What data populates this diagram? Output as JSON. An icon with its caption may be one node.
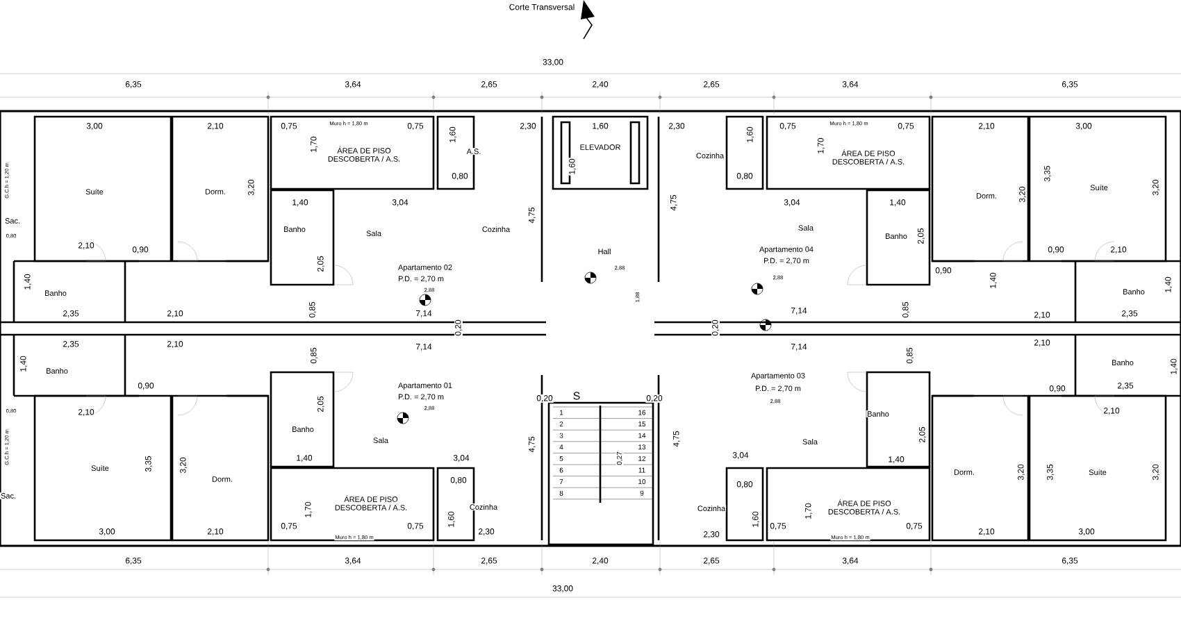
{
  "diagram": {
    "labels": [
      "Corte Transversal",
      "33,00",
      "6,35",
      "3,64",
      "2,65",
      "2,40",
      "2,65",
      "3,64",
      "6,35",
      "3,00",
      "2,10",
      "0,75",
      "Muro h = 1,80 m",
      "0,75",
      "1,60",
      "2,30",
      "1,60",
      "2,30",
      "1,60",
      "0,75",
      "Muro h = 1,80 m",
      "0,75",
      "2,10",
      "3,00",
      "1,70",
      "ÁREA DE PISO DESCOBERTA / A.S.",
      "A.S.",
      "ELEVADOR",
      "Cozinha",
      "1,70",
      "ÁREA DE PISO DESCOBERTA / A.S.",
      "G.C.h = 1,20 m",
      "Suíte",
      "Dorm.",
      "3,20",
      "0,80",
      "1,60",
      "0,80",
      "Dorm.",
      "3,35",
      "3,20",
      "Suíte",
      "3,20",
      "1,40",
      "3,04",
      "3,04",
      "1,40",
      "Sac.",
      "0,80",
      "Banho",
      "Sala",
      "Cozinha",
      "4,75",
      "4,75",
      "Sala",
      "Banho",
      "2,05",
      "2,10",
      "0,90",
      "2,05",
      "Apartamento 02",
      "P.D. = 2,70 m",
      "2,88",
      "Hall",
      "2,88",
      "Apartamento 04",
      "P.D. = 2,70 m",
      "2,88",
      "0,90",
      "0,90",
      "2,10",
      "1,40",
      "1,40",
      "Banho",
      "Banho",
      "1,40",
      "1,88",
      "0,85",
      "0,85",
      "2,35",
      "2,10",
      "7,14",
      "0,20",
      "0,20",
      "7,14",
      "2,10",
      "2,35",
      "2,35",
      "2,10",
      "7,14",
      "7,14",
      "2,10",
      "1,40",
      "Banho",
      "0,85",
      "0,85",
      "Banho",
      "1,40",
      "0,90",
      "Apartamento 01",
      "P.D. = 2,70 m",
      "2,88",
      "Apartamento 03",
      "P.D. = 2,70 m",
      "2,88",
      "0,90",
      "2,35",
      "0,20",
      "S",
      "0,20",
      "2,05",
      "2,05",
      "2,10",
      "2,10",
      "0,80",
      "G.C.h = 1,20 m",
      "Suíte",
      "3,35",
      "3,20",
      "Dorm.",
      "Banho",
      "Sala",
      "Banho",
      "Sala",
      "4,75",
      "4,75",
      "Dorm.",
      "3,20",
      "3,35",
      "Suíte",
      "3,20",
      "1,40",
      "3,04",
      "0,80",
      "3,04",
      "0,80",
      "1,40",
      "Sac.",
      "1,70",
      "ÁREA DE PISO DESCOBERTA / A.S.",
      "1,60",
      "Cozinha",
      "Cozinha",
      "1,60",
      "1,70",
      "ÁREA DE PISO DESCOBERTA / A.S.",
      "3,00",
      "2,10",
      "0,75",
      "0,75",
      "2,30",
      "0,75",
      "0,75",
      "2,10",
      "3,00",
      "2,30",
      "Muro h = 1,80 m",
      "Muro h = 1,80 m",
      "6,35",
      "3,64",
      "2,65",
      "2,40",
      "2,65",
      "3,64",
      "6,35",
      "33,00",
      "1",
      "2",
      "3",
      "4",
      "5",
      "6",
      "7",
      "8",
      "16",
      "15",
      "14",
      "13",
      "12",
      "11",
      "10",
      "9",
      "0,27"
    ]
  }
}
